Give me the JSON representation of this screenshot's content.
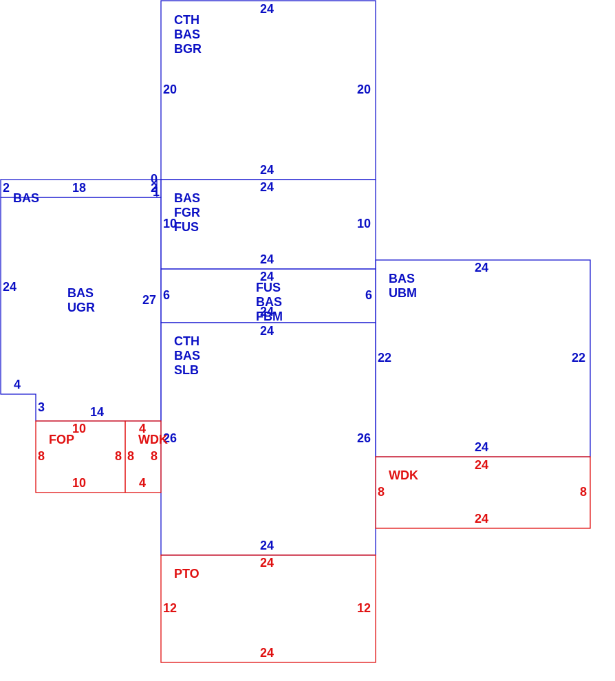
{
  "colors": {
    "main": "#1a1ad0",
    "label_main": "#0a0fc4",
    "accessory": "#e01010"
  },
  "areas": {
    "top_section": {
      "codes": [
        "CTH",
        "BAS",
        "BGR"
      ],
      "dims": {
        "top": "24",
        "bottom": "24",
        "left": "20",
        "right": "20"
      }
    },
    "garage": {
      "codes": [
        "BAS",
        "FGR",
        "FUS"
      ],
      "dims": {
        "top": "24",
        "bottom": "24",
        "left": "10",
        "right": "10"
      }
    },
    "middle_strip": {
      "codes": [
        "FUS",
        "BAS",
        "FBM"
      ],
      "dims": {
        "top": "24",
        "bottom": "24",
        "left": "6",
        "right": "6"
      }
    },
    "main_body": {
      "codes": [
        "CTH",
        "BAS",
        "SLB"
      ],
      "dims": {
        "top": "24",
        "bottom": "24",
        "left": "26",
        "right": "26"
      }
    },
    "left_wing": {
      "codes": [
        "BAS",
        "UGR"
      ],
      "dims": {
        "left": "24",
        "right": "27",
        "notch_h": "4",
        "notch_v": "3",
        "bottom": "14"
      }
    },
    "left_strip": {
      "codes": [
        "BAS"
      ],
      "dims": {
        "top": "18",
        "left": "2",
        "right": "2",
        "tiny_a": "0",
        "tiny_b": "1"
      }
    },
    "right_wing": {
      "codes": [
        "BAS",
        "UBM"
      ],
      "dims": {
        "top": "24",
        "bottom": "24",
        "left": "22",
        "right": "22"
      }
    },
    "fop": {
      "codes": [
        "FOP"
      ],
      "dims": {
        "top": "10",
        "bottom": "10",
        "left": "8",
        "right": "8"
      }
    },
    "wdk_small": {
      "codes": [
        "WDK"
      ],
      "dims": {
        "top": "4",
        "bottom": "4",
        "left": "8",
        "right": "8"
      }
    },
    "wdk_right": {
      "codes": [
        "WDK"
      ],
      "dims": {
        "top": "24",
        "bottom": "24",
        "left": "8",
        "right": "8"
      }
    },
    "pto": {
      "codes": [
        "PTO"
      ],
      "dims": {
        "top": "24",
        "bottom": "24",
        "left": "12",
        "right": "12"
      }
    }
  }
}
